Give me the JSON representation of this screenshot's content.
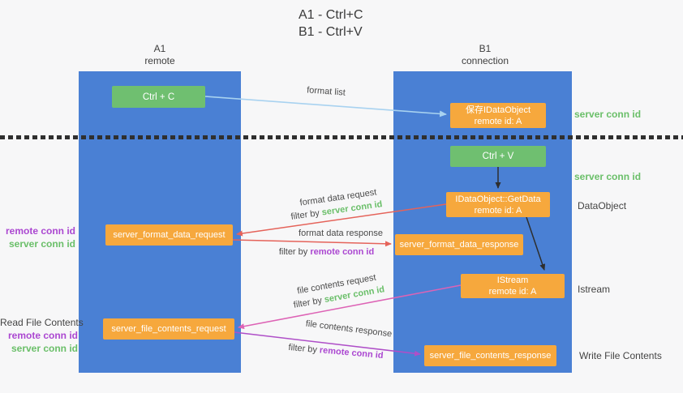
{
  "title": {
    "line1": "A1 - Ctrl+C",
    "line2": "B1 - Ctrl+V"
  },
  "lanes": {
    "left": {
      "name": "A1",
      "role": "remote"
    },
    "right": {
      "name": "B1",
      "role": "connection"
    }
  },
  "nodes": {
    "ctrl_c": {
      "label": "Ctrl + C"
    },
    "save_dataobject": {
      "title": "保存IDataObject",
      "subtitle": "remote id: A"
    },
    "ctrl_v": {
      "label": "Ctrl + V"
    },
    "getdata": {
      "title": "IDataObject::GetData",
      "subtitle": "remote id: A"
    },
    "format_request": {
      "label": "server_format_data_request"
    },
    "format_response": {
      "label": "server_format_data_response"
    },
    "istream": {
      "title": "IStream",
      "subtitle": "remote id: A"
    },
    "file_request": {
      "label": "server_file_contents_request"
    },
    "file_response": {
      "label": "server_file_contents_response"
    }
  },
  "flows": {
    "format_list": {
      "label": "format list"
    },
    "format_data_request": {
      "label": "format data request",
      "filter_prefix": "filter by ",
      "filter_key": "server conn id"
    },
    "format_data_response": {
      "label": "format data response",
      "filter_prefix": "filter by ",
      "filter_key": "remote conn id"
    },
    "file_contents_request": {
      "label": "file contents request",
      "filter_prefix": "filter by ",
      "filter_key": "server conn id"
    },
    "file_contents_response": {
      "label": "file contents response",
      "filter_prefix": "filter by ",
      "filter_key": "remote conn id"
    }
  },
  "annotations": {
    "right_server_conn_top": "server conn id",
    "right_server_conn_mid": "server conn id",
    "right_dataobject": "DataObject",
    "right_istream": "Istream",
    "right_write_file": "Write File Contents",
    "left_format": {
      "line1": "remote conn id",
      "line2": "server conn id"
    },
    "left_file": {
      "title": "Read File Contents",
      "line1": "remote conn id",
      "line2": "server conn id"
    }
  },
  "colors": {
    "bg": "#f7f7f8",
    "lane_blue": "#4a80d4",
    "node_green": "#6fbf70",
    "node_orange": "#f6a83d",
    "arrow_lightblue": "#a8d2f0",
    "arrow_black": "#2e2e2e",
    "arrow_red": "#e5635a",
    "arrow_pink": "#dd63b5",
    "arrow_purple": "#af4fc8",
    "text_green": "#6abf69",
    "text_purple": "#ab47d1"
  }
}
